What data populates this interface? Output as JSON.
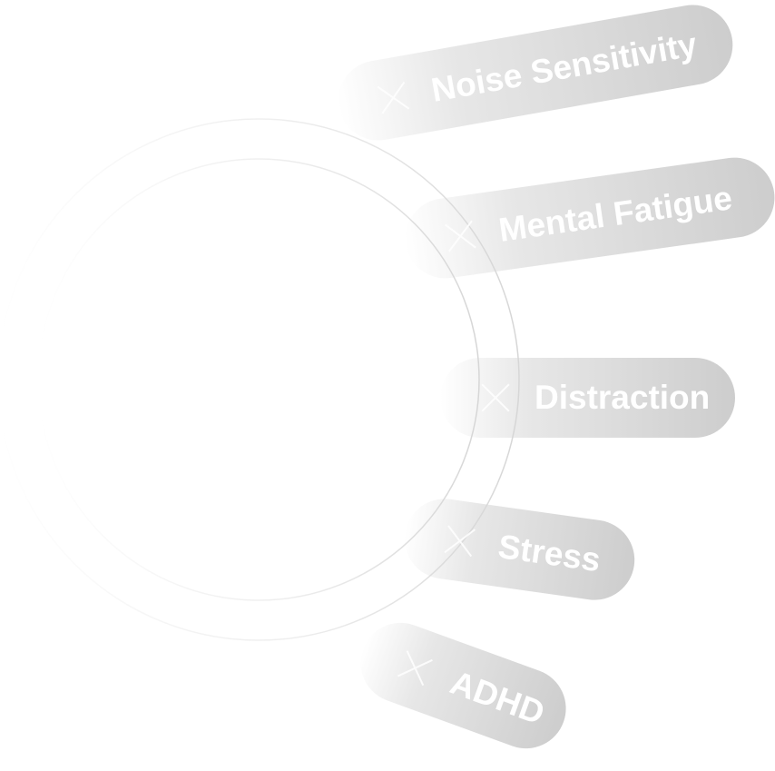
{
  "tags": [
    {
      "label": "Noise Sensitivity",
      "icon": "close-icon"
    },
    {
      "label": "Mental Fatigue",
      "icon": "close-icon"
    },
    {
      "label": "Distraction",
      "icon": "close-icon"
    },
    {
      "label": "Stress",
      "icon": "close-icon"
    },
    {
      "label": "ADHD",
      "icon": "close-icon"
    }
  ],
  "colors": {
    "pill": "#cdcdcd",
    "ring": "#dcdcdc",
    "text": "#ffffff"
  }
}
